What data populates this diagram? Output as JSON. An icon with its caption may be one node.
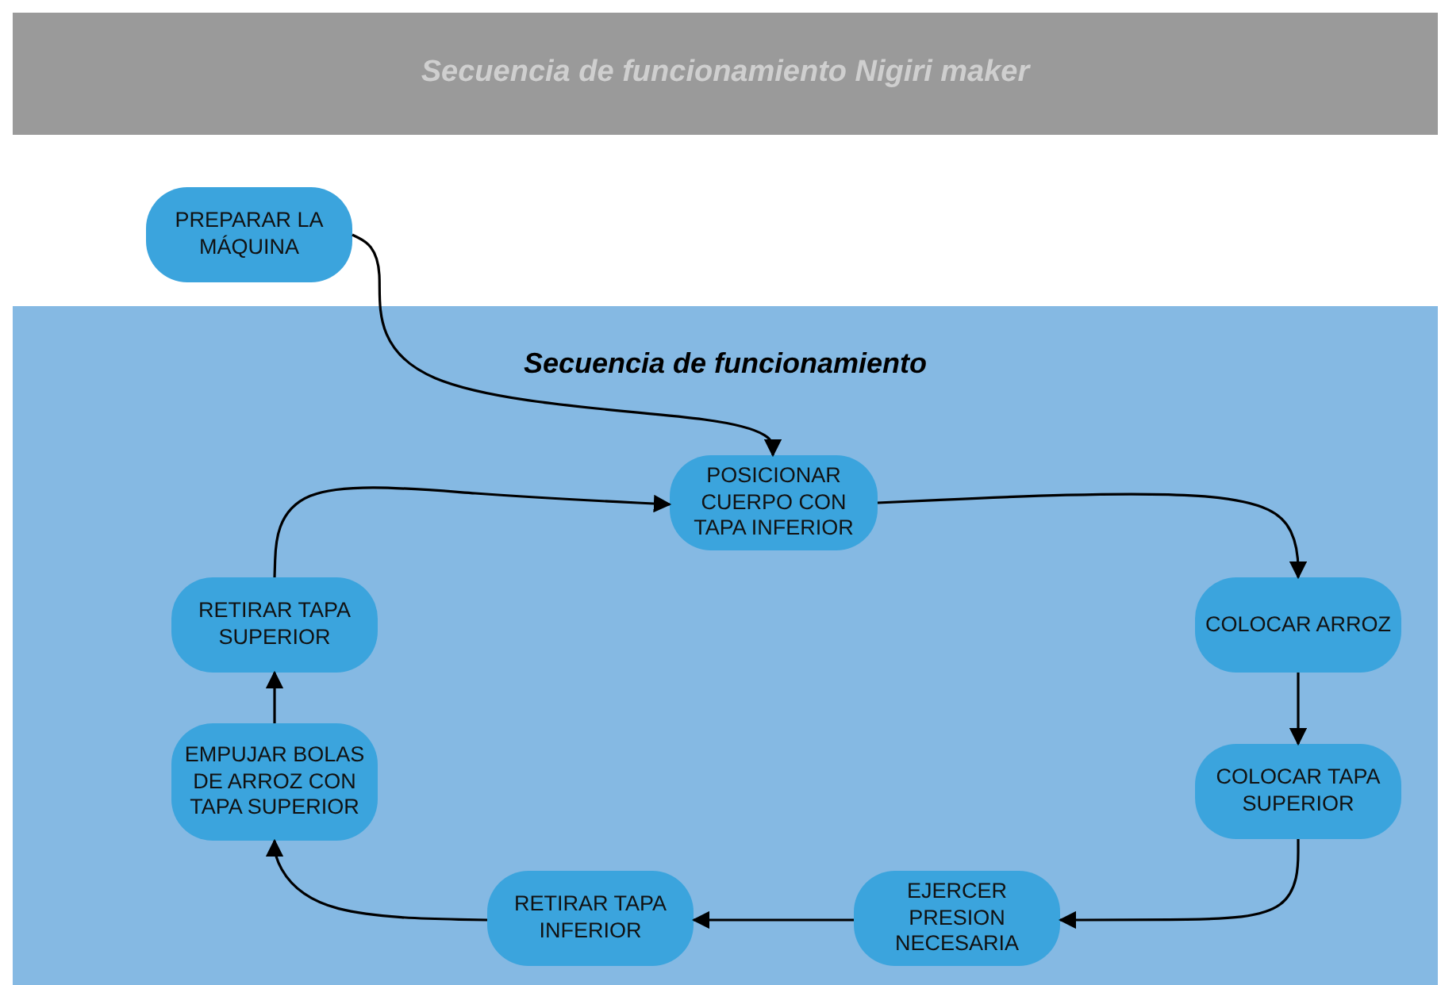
{
  "diagram": {
    "title": "Secuencia de funcionamiento Nigiri maker",
    "nodes": [
      {
        "text": [
          "PREPARAR LA MÁQUINA"
        ]
      },
      {
        "text": [
          "Secuencia de funcionamiento"
        ]
      },
      {
        "text": [
          "POSICIONAR CUERPO CON TAPA INFERIOR"
        ],
        "in": 1
      },
      {
        "text": [
          "COLOCAR ARROZ"
        ],
        "in": 1
      },
      {
        "text": [
          "COLOCAR TAPA SUPERIOR"
        ],
        "in": 1
      },
      {
        "text": [
          "EJERCER PRESION NECESARIA"
        ],
        "in": 1
      },
      {
        "text": [
          "RETIRAR TAPA INFERIOR"
        ],
        "in": 1
      },
      {
        "text": [
          "EMPUJAR BOLAS DE ARROZ CON TAPA SUPERIOR"
        ],
        "in": 1
      },
      {
        "text": [
          "RETIRAR TAPA SUPERIOR"
        ],
        "in": 1
      }
    ],
    "edges": [
      {
        "from": 0,
        "to": 2,
        "arrow": "to"
      },
      {
        "from": 2,
        "to": 3,
        "arrow": "to"
      },
      {
        "from": 3,
        "to": 4,
        "arrow": "to"
      },
      {
        "from": 4,
        "to": 5,
        "arrow": "to"
      },
      {
        "from": 5,
        "to": 6,
        "arrow": "to"
      },
      {
        "from": 6,
        "to": 7,
        "arrow": "to"
      },
      {
        "from": 7,
        "to": 8,
        "arrow": "to"
      },
      {
        "from": 8,
        "to": 2,
        "arrow": "to"
      }
    ]
  }
}
